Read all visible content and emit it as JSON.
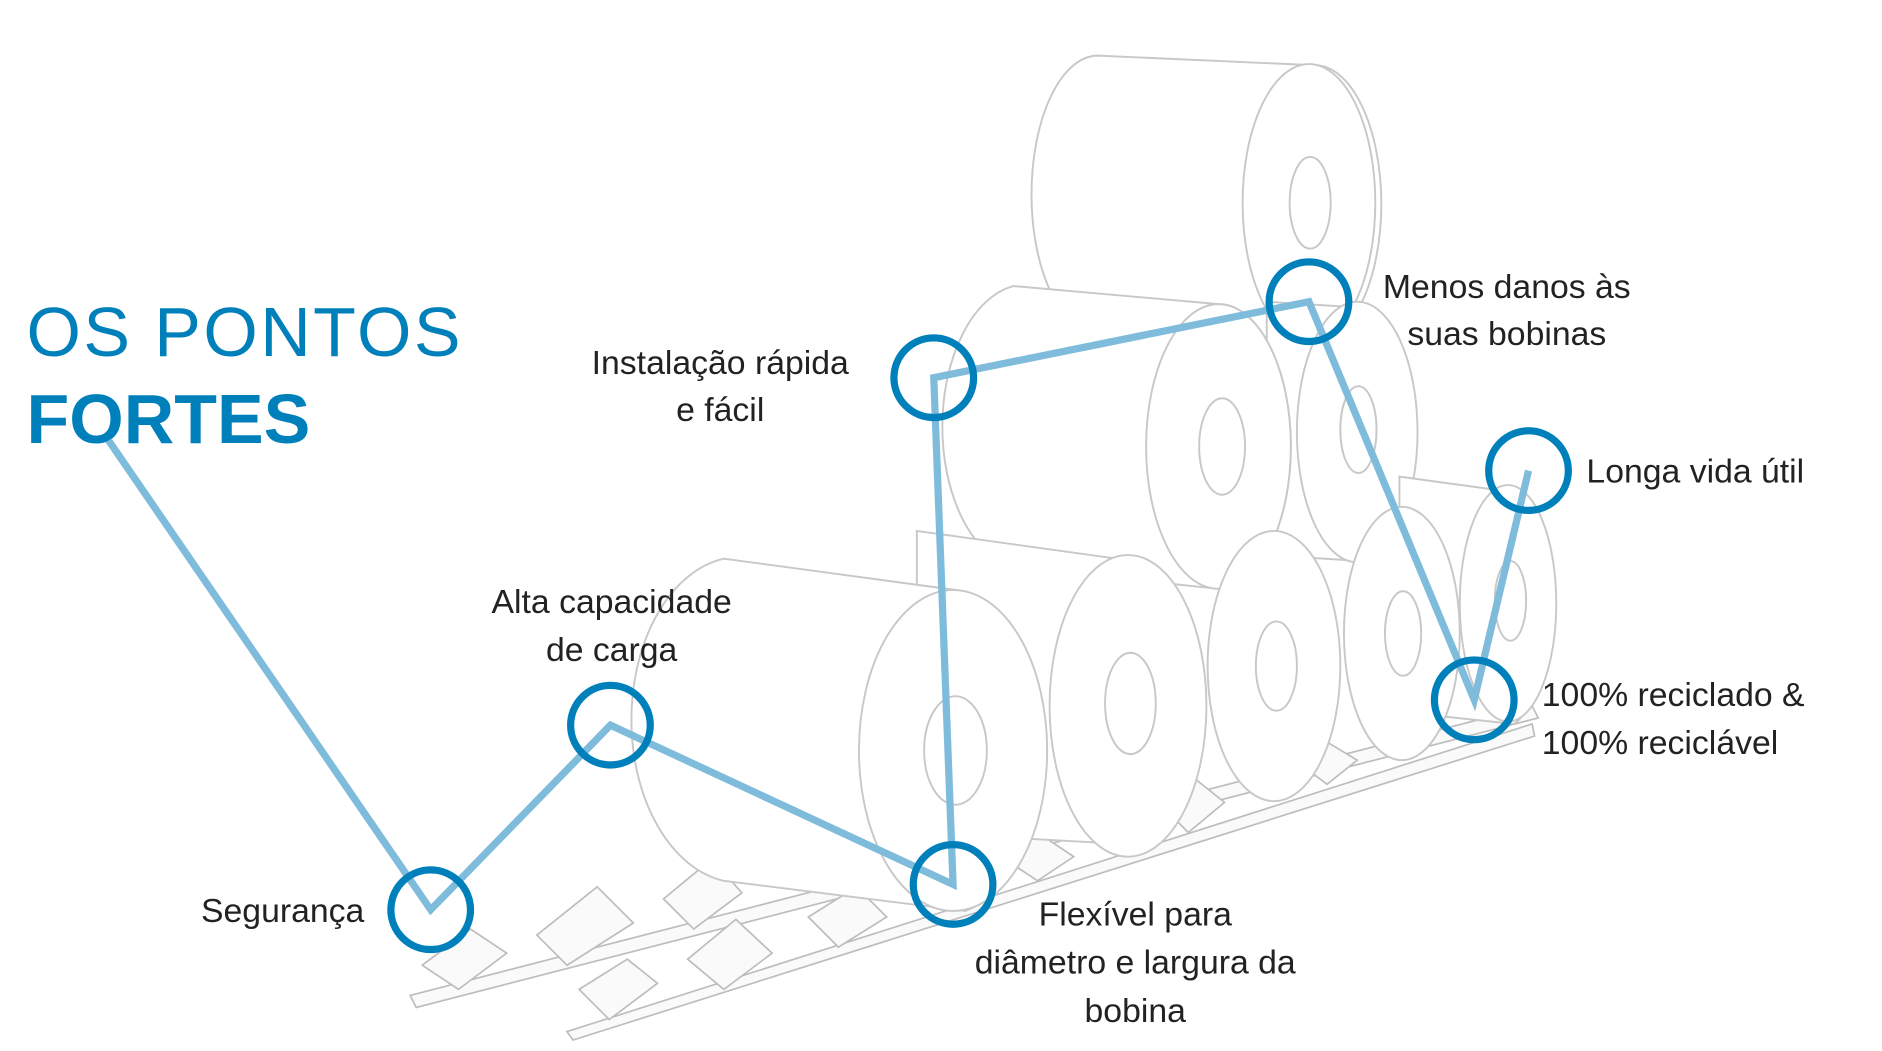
{
  "title": {
    "line1": "OS PONTOS",
    "line2": "FORTES"
  },
  "accent_color": "#0080ba",
  "line_color": "#7fbcdc",
  "features": [
    {
      "lines": [
        "Segurança"
      ]
    },
    {
      "lines": [
        "Alta capacidade",
        "de carga"
      ]
    },
    {
      "lines": [
        "Flexível para",
        "diâmetro e largura da",
        "bobina"
      ]
    },
    {
      "lines": [
        "Instalação rápida",
        "e fácil"
      ]
    },
    {
      "lines": [
        "Menos danos às",
        "suas bobinas"
      ]
    },
    {
      "lines": [
        "Longa vida útil"
      ]
    },
    {
      "lines": [
        "100% reciclado &",
        "100% reciclável"
      ]
    }
  ]
}
